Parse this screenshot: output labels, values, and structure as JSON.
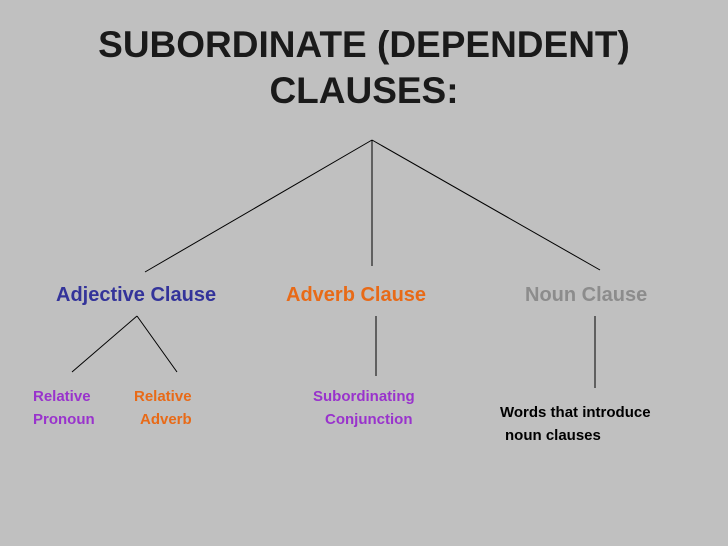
{
  "title": {
    "line1": "SUBORDINATE (DEPENDENT)",
    "line2": "CLAUSES:"
  },
  "colors": {
    "background": "#c0c0c0",
    "adjective": "#33339a",
    "adverb": "#e86a17",
    "noun": "#8c8c8c",
    "relative_pronoun": "#9933cc",
    "subordinating": "#9933cc",
    "noun_words": "#000000"
  },
  "categories": {
    "adjective": {
      "label": "Adjective Clause",
      "children": {
        "relative_pronoun": {
          "line1": "Relative",
          "line2": "Pronoun"
        },
        "relative_adverb": {
          "line1": "Relative",
          "line2": "Adverb"
        }
      }
    },
    "adverb": {
      "label": "Adverb Clause",
      "children": {
        "subordinating_conjunction": {
          "line1": "Subordinating",
          "line2": "Conjunction"
        }
      }
    },
    "noun": {
      "label": "Noun Clause",
      "children": {
        "introducers": {
          "line1": "Words that introduce",
          "line2": "noun clauses"
        }
      }
    }
  }
}
